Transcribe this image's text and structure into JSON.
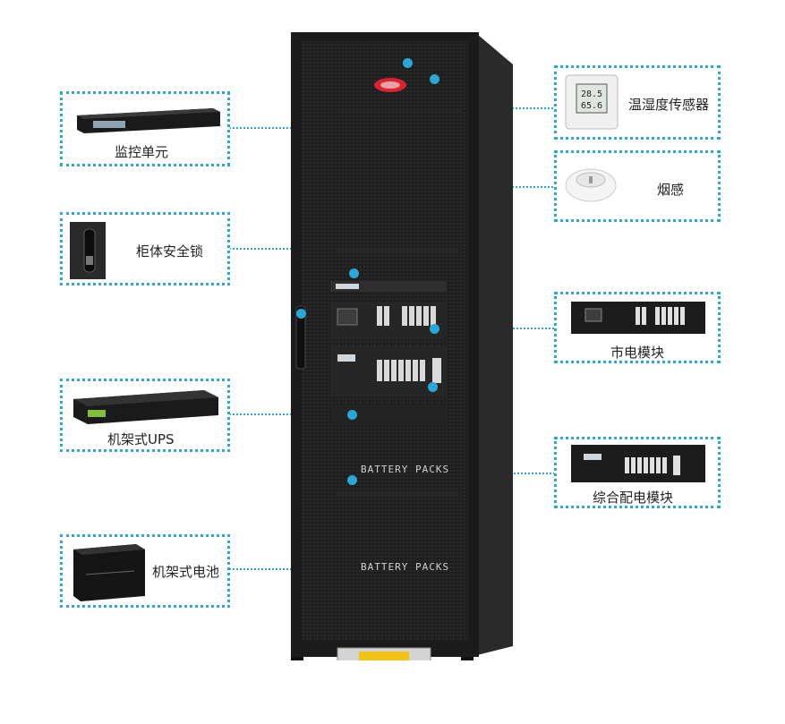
{
  "callouts": {
    "monitor": {
      "label": "监控单元"
    },
    "lock": {
      "label": "柜体安全锁"
    },
    "ups": {
      "label": "机架式UPS"
    },
    "battery": {
      "label": "机架式电池"
    },
    "sensor": {
      "label": "温湿度传感器",
      "reading_top": "28.5",
      "reading_bottom": "65.6"
    },
    "smoke": {
      "label": "烟感"
    },
    "mains": {
      "label": "市电模块"
    },
    "distribution": {
      "label": "综合配电模块"
    }
  },
  "cabinet": {
    "battery_text_1": "BATTERY PACKS",
    "battery_text_2": "BATTERY PACKS"
  },
  "colors": {
    "accent": "#2aa7d6",
    "cabinet": "#1d1d1d",
    "badge": "#d9232d"
  }
}
